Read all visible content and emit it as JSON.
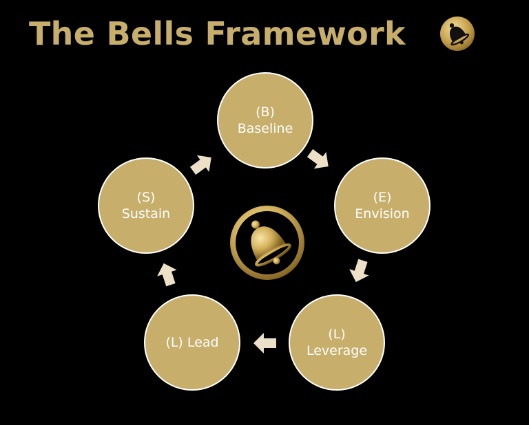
{
  "title": {
    "text": "The Bells Framework",
    "icon": "bell-icon",
    "color": "#c8ae6b"
  },
  "diagram": {
    "node_fill": "#c8ae6b",
    "node_border": "#ffffff",
    "arrow_fill": "#ece0c6",
    "nodes": [
      {
        "letter": "(B)",
        "label": "Baseline"
      },
      {
        "letter": "(E)",
        "label": "Envision"
      },
      {
        "letter": "(L)",
        "label": "Leverage"
      },
      {
        "letter": "(L)",
        "label": "Lead"
      },
      {
        "letter": "(S)",
        "label": "Sustain"
      }
    ],
    "center_icon": "bell-logo-icon"
  }
}
